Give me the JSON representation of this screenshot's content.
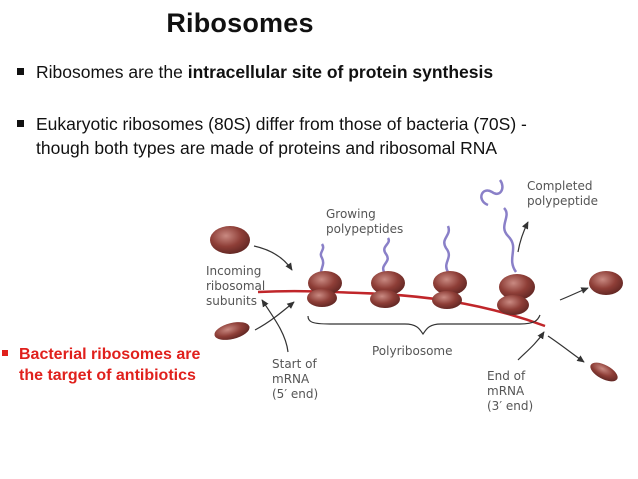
{
  "slide": {
    "title": "Ribosomes",
    "bullet1": {
      "prefix": "Ribosomes are the ",
      "bold": "intracellular site of protein synthesis"
    },
    "bullet2": "Eukaryotic ribosomes (80S) differ from those of bacteria (70S) - though both types are made of proteins and ribosomal RNA",
    "bullet3": "Bacterial ribosomes are the target of antibiotics"
  },
  "diagram": {
    "labels": {
      "completed_1": "Completed",
      "completed_2": "polypeptide",
      "growing_1": "Growing",
      "growing_2": "polypeptides",
      "incoming_1": "Incoming",
      "incoming_2": "ribosomal",
      "incoming_3": "subunits",
      "polyribosome": "Polyribosome",
      "start_1": "Start of",
      "start_2": "mRNA",
      "start_3": "(5′ end)",
      "end_1": "End of",
      "end_2": "mRNA",
      "end_3": "(3′ end)"
    },
    "colors": {
      "ribosome": "#8a3a34",
      "ribosome_highlight": "#c27a72",
      "mrna": "#c0262a",
      "polypeptide": "#8a80c8",
      "accent_red": "#e0201c"
    }
  }
}
